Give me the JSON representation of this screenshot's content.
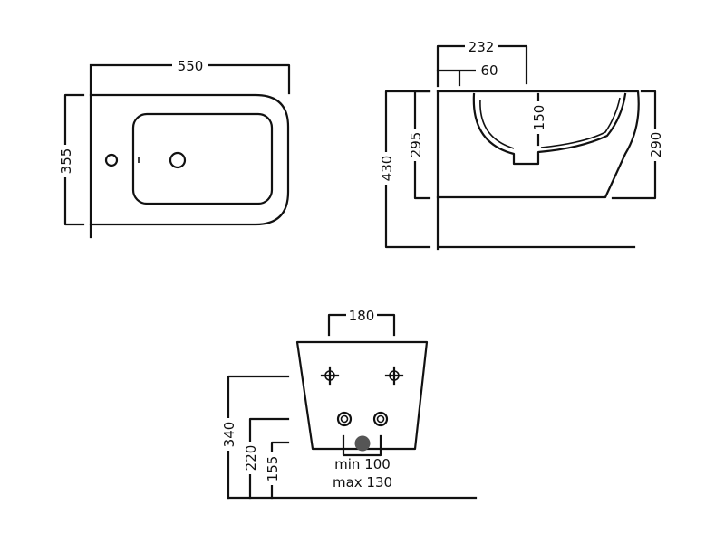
{
  "top_view": {
    "width_label": "550",
    "depth_label": "355"
  },
  "side_view": {
    "projection_label": "232",
    "offset_label": "60",
    "bowl_depth_label": "150",
    "total_height_label": "430",
    "front_height_label": "295",
    "rear_height_label": "290"
  },
  "rear_view": {
    "fixing_spacing_label": "180",
    "fixing_height_label": "340",
    "supply_height_label": "220",
    "waste_height_label": "155",
    "waste_min_label": "min 100",
    "waste_max_label": "max 130"
  },
  "colors": {
    "line": "#111111",
    "waste": "#555555"
  }
}
